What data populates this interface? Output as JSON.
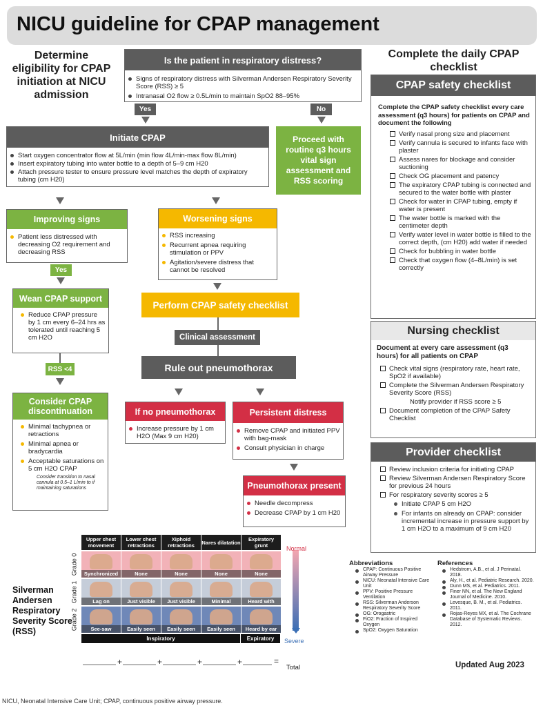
{
  "title": "NICU guideline for CPAP management",
  "left_heading": "Determine eligibility for CPAP initiation at NICU admission",
  "right_heading": "Complete the daily CPAP checklist",
  "distress": {
    "question": "Is the patient in respiratory distress?",
    "items": [
      "Signs of respiratory distress with Silverman Andersen Respiratory Severity Score (RSS) ≥ 5",
      "Intranasal O2 flow ≥ 0.5L/min to maintain SpO2 88–95%"
    ],
    "yes": "Yes",
    "no": "No"
  },
  "initiate": {
    "title": "Initiate CPAP",
    "items": [
      "Start oxygen concentrator flow at 5L/min (min flow 4L/min-max flow 8L/min)",
      "Insert expiratory tubing into water bottle to a depth of 5–9 cm H20",
      "Attach pressure tester to ensure pressure level matches the depth of expiratory tubing (cm H20)"
    ]
  },
  "proceed": "Proceed with routine q3 hours vital sign assessment and RSS scoring",
  "improving": {
    "title": "Improving signs",
    "items": [
      "Patient less distressed with decreasing O2 requirement and decreasing RSS"
    ],
    "yes": "Yes"
  },
  "worsening": {
    "title": "Worsening signs",
    "items": [
      "RSS increasing",
      "Recurrent apnea requiring stimulation or PPV",
      "Agitation/severe distress that cannot be resolved"
    ]
  },
  "wean": {
    "title": "Wean CPAP support",
    "items": [
      "Reduce CPAP pressure by 1 cm every 6–24 hrs as tolerated until reaching 5 cm H2O"
    ],
    "rss": "RSS <4"
  },
  "perform": "Perform CPAP safety checklist",
  "clinical": "Clinical assessment",
  "ruleout": "Rule out pneumothorax",
  "consider": {
    "title": "Consider CPAP discontinuation",
    "items": [
      "Minimal tachypnea or retractions",
      "Minimal apnea or bradycardia",
      "Acceptable saturations on 5 cm H2O CPAP"
    ],
    "sub": "Consider transition to nasal cannula at 0.5–1 L/min to if maintaining saturations"
  },
  "no_pneumo": {
    "title": "If no pneumothorax",
    "items": [
      "Increase pressure by 1 cm H2O (Max 9 cm H20)"
    ]
  },
  "persistent": {
    "title": "Persistent distress",
    "items": [
      "Remove CPAP and initiated PPV with bag-mask",
      "Consult physician in charge"
    ]
  },
  "pneumo_present": {
    "title": "Pneumothorax present",
    "items": [
      "Needle decompress",
      "Decrease CPAP by 1 cm H20"
    ]
  },
  "safety": {
    "title": "CPAP safety checklist",
    "intro": "Complete the CPAP safety checklist every care assessment (q3 hours) for patients on CPAP and document the following",
    "items": [
      "Verify nasal prong size and placement",
      "Verify cannula is secured to infants face with plaster",
      "Assess nares for blockage and consider suctioning",
      "Check OG placement and patency",
      "The expiratory CPAP tubing is connected and secured to the water bottle with plaster",
      "Check for water in CPAP tubing, empty if water is present",
      "The water bottle is marked with the centimeter depth",
      "Verify water level in water bottle is filled to the correct depth, (cm H20) add water if needed",
      "Check for bubbling in water bottle",
      "Check that oxygen flow (4–8L/min) is set correctly"
    ]
  },
  "nursing": {
    "title": "Nursing checklist",
    "intro": "Document at every care assessment (q3 hours) for all patients on CPAP",
    "items": [
      "Check vital signs (respiratory rate, heart rate, SpO2 if available)",
      "Complete the Silverman Andersen Respiratory Severity Score (RSS)",
      "Document completion of the CPAP Safety Checklist"
    ],
    "notify": "Notify provider if RSS score ≥ 5"
  },
  "provider": {
    "title": "Provider checklist",
    "items": [
      "Review inclusion criteria for initiating CPAP",
      "Review Silverman Andersen Respiratory Score for previous 24 hours",
      "For respiratory severity scores ≥ 5"
    ],
    "sub": [
      "Initiate CPAP 5 cm H2O",
      "For infants on already on CPAP: consider incremental increase in pressure support by 1 cm H2O to a maximum of 9 cm H20"
    ]
  },
  "rss": {
    "label": "Silverman Andersen Respiratory Severity Score (RSS)",
    "columns": [
      "Upper chest movement",
      "Lower chest retractions",
      "Xiphoid retractions",
      "Nares dilatation",
      "Expiratory grunt"
    ],
    "grades": [
      "Grade 0",
      "Grade 1",
      "Grade 2"
    ],
    "rows": [
      [
        "Synchronized",
        "None",
        "None",
        "None",
        "None"
      ],
      [
        "Lag on inspiration",
        "Just visible",
        "Just visible",
        "Minimal",
        "Heard with stethoscope"
      ],
      [
        "See-saw",
        "Easily seen",
        "Easily seen",
        "Easily seen",
        "Heard by ear"
      ]
    ],
    "footer_left": "Inspiratory",
    "footer_right": "Expiratory",
    "normal": "Normal",
    "severe": "Severe",
    "total": "Total",
    "plus": "+",
    "equals": "="
  },
  "abbrev": {
    "title": "Abbreviations",
    "items": [
      "CPAP: Continuous Positive Airway Pressure",
      "NICU: Neonatal Intensive Care Unit",
      "PPV: Positive Pressure Ventilation",
      "RSS: Silverman Anderson Respiratory Severity Score",
      "OG: Orogastric",
      "FiO2: Fraction of Inspired Oxygen",
      "SpO2: Oxygen Saturation"
    ]
  },
  "refs": {
    "title": "References",
    "items": [
      "Hedstrom, A.B., et al. J Perinatal. 2018.",
      "Aly, H., et al. Pediatric Research. 2020.",
      "Dunn MS, et al. Pediatrics. 2011.",
      "Finer NN, et al. The New England Journal of Medicine. 2010.",
      "Levesque, B. M., et al. Pediatrics. 2011.",
      "Rojas-Reyes MX, et al. The Cochrane Database of Systematic Reviews. 2012."
    ]
  },
  "updated": "Updated Aug 2023",
  "footnote": "NICU, Neonatal Intensive Care Unit; CPAP, continuous positive airway pressure.",
  "colors": {
    "gray": "#5c5c5c",
    "green": "#7cb342",
    "amber": "#f5b800",
    "red": "#d32f45"
  }
}
